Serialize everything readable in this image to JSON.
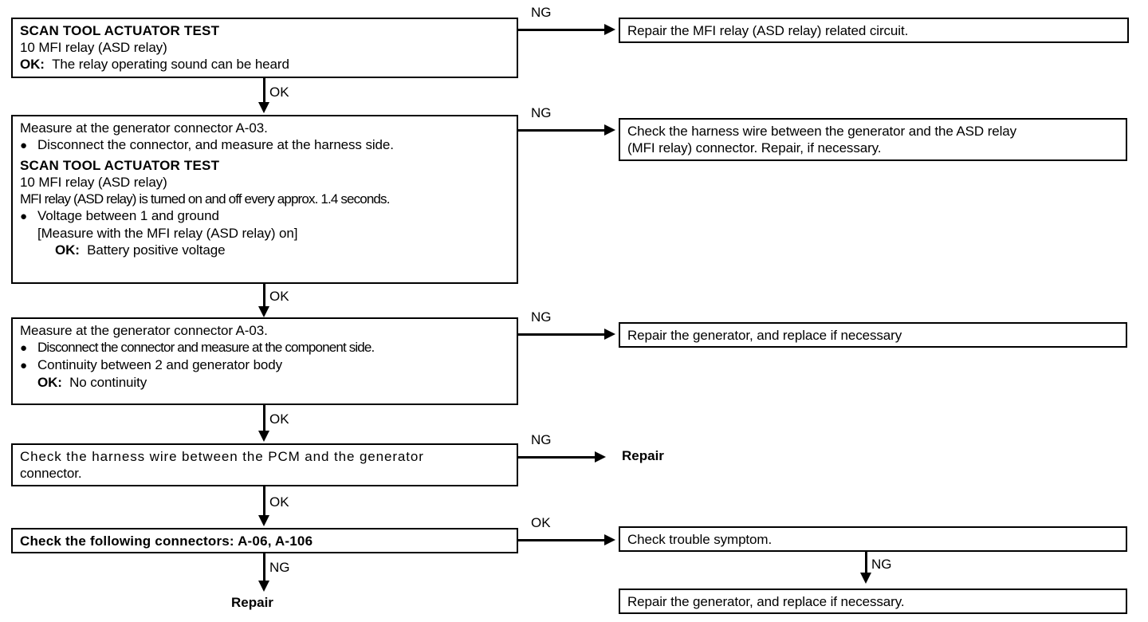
{
  "document": {
    "title": "Generator / MFI relay (ASD relay) diagnostic flowchart"
  },
  "flow": {
    "steps": [
      {
        "id": "step-1",
        "lines": [
          {
            "text": "SCAN TOOL ACTUATOR TEST",
            "bold": true
          },
          {
            "text": "10 MFI relay (ASD relay)",
            "bold": false
          },
          {
            "label": "OK:",
            "text": "The relay operating sound can be heard",
            "bold": false
          }
        ]
      },
      {
        "id": "step-2",
        "lines": [
          {
            "text": "Measure at the generator connector A-03.",
            "bold": false
          },
          {
            "bullet": true,
            "text": "Disconnect the connector, and measure at the harness side.",
            "bold": false
          },
          {
            "text": "SCAN TOOL ACTUATOR TEST",
            "bold": true
          },
          {
            "text": "10 MFI relay (ASD relay)",
            "bold": false
          },
          {
            "text": "MFI relay (ASD relay) is turned on and off every approx. 1.4 seconds.",
            "bold": false
          },
          {
            "bullet": true,
            "text": "Voltage between 1 and ground",
            "bold": false
          },
          {
            "text": "[Measure with the MFI relay (ASD relay) on]",
            "bold": false
          },
          {
            "label": "OK:",
            "text": "Battery positive voltage",
            "bold": false
          }
        ]
      },
      {
        "id": "step-3",
        "lines": [
          {
            "text": "Measure at the generator connector A-03.",
            "bold": false
          },
          {
            "bullet": true,
            "text": "Disconnect the connector and measure at the component side.",
            "bold": false
          },
          {
            "bullet": true,
            "text": "Continuity between 2 and generator body",
            "bold": false
          },
          {
            "label": "OK:",
            "text": "No continuity",
            "bold": false
          }
        ]
      },
      {
        "id": "step-4",
        "lines": [
          {
            "text": "Check the harness wire between the PCM and the generator",
            "bold": false
          },
          {
            "text": "connector.",
            "bold": false
          }
        ]
      },
      {
        "id": "step-5",
        "lines": [
          {
            "text": "Check the following connectors: A-06, A-106",
            "bold": true
          }
        ]
      }
    ],
    "results": [
      {
        "id": "result-1",
        "lines": [
          {
            "text": "Repair the MFI relay (ASD relay) related circuit."
          }
        ]
      },
      {
        "id": "result-2",
        "lines": [
          {
            "text": "Check the harness wire between the generator and the ASD relay"
          },
          {
            "text": "(MFI relay) connector. Repair, if necessary."
          }
        ]
      },
      {
        "id": "result-3",
        "lines": [
          {
            "text": "Repair the generator, and replace if necessary"
          }
        ]
      },
      {
        "id": "result-4",
        "lines": [
          {
            "text": "Check trouble symptom."
          }
        ]
      },
      {
        "id": "result-5",
        "lines": [
          {
            "text": "Repair the generator, and replace if necessary."
          }
        ]
      }
    ],
    "terminals": [
      {
        "id": "terminal-repair-right",
        "text": "Repair"
      },
      {
        "id": "terminal-repair-bottom",
        "text": "Repair"
      }
    ],
    "edge_labels": {
      "ng_1": "NG",
      "ok_1": "OK",
      "ng_2": "NG",
      "ok_2": "OK",
      "ng_3": "NG",
      "ok_3": "OK",
      "ng_4": "NG",
      "ok_4": "OK",
      "ok_5": "OK",
      "ng_5": "NG",
      "ng_6": "NG"
    }
  },
  "colors": {
    "ink": "#000000",
    "paper": "#ffffff"
  }
}
